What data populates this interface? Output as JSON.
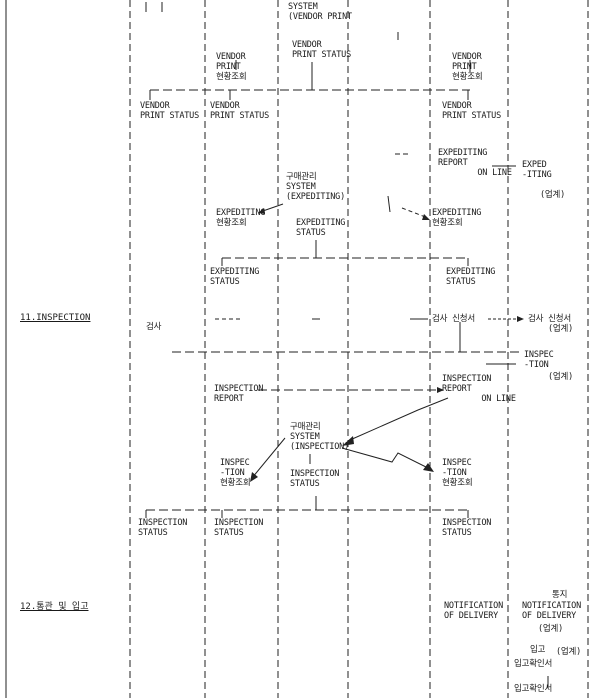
{
  "sections": {
    "inspection": "11.INSPECTION",
    "delivery": "12.통관 및 입고"
  },
  "labels": {
    "sys_vendor_print": "SYSTEM\n(VENDOR PRINT",
    "vendor_print_status_top": "VENDOR\nPRINT STATUS",
    "vendor_print_inq_a": "VENDOR\nPRINT\n현황조회",
    "vendor_print_inq_b": "VENDOR\nPRINT\n현황조회",
    "vp_status_1": "VENDOR\nPRINT STATUS",
    "vp_status_2": "VENDOR\nPRINT STATUS",
    "vp_status_3": "VENDOR\nPRINT STATUS",
    "exp_report_online": "EXPEDITING\nREPORT\n        ON LINE",
    "expediting_vendor": "EXPED\n-ITING",
    "vendor_tag_1": "(업계)",
    "sys_expediting": "구매관리\nSYSTEM\n(EXPEDITING)",
    "exp_inq_a": "EXPEDITING\n현황조회",
    "exp_status_mid": "EXPEDITING\nSTATUS",
    "exp_inq_b": "EXPEDITING\n현황조회",
    "exp_status_1": "EXPEDITING\nSTATUS",
    "exp_status_2": "EXPEDITING\nSTATUS",
    "inspect_left": "검사",
    "inspect_req_a": "검사 신청서",
    "inspect_req_b": "검사 신청서",
    "vendor_tag_2": "(업계)",
    "inspec_vendor": "INSPEC\n-TION",
    "vendor_tag_3": "(업계)",
    "insp_report_a": "INSPECTION\nREPORT",
    "insp_report_online": "INSPECTION\nREPORT\n        ON LINE",
    "sys_inspection": "구매관리\nSYSTEM\n(INSPECTION)",
    "insp_inq_a": "INSPEC\n-TION\n현황조회",
    "insp_status_mid": "INSPECTION\nSTATUS",
    "insp_inq_b": "INSPEC\n-TION\n현황조회",
    "insp_status_1": "INSPECTION\nSTATUS",
    "insp_status_2": "INSPECTION\nSTATUS",
    "insp_status_3": "INSPECTION\nSTATUS",
    "notif_delivery_a": "NOTIFICATION\nOF DELIVERY",
    "notif_delivery_b": "NOTIFICATION\nOF DELIVERY",
    "notify_tag": "통지",
    "vendor_tag_4": "(업계)",
    "receipt_label": "입고",
    "receipt_confirm_label": "입고확인서",
    "receipt_doc_label": "입고확인서",
    "vendor_tag_5": "(업계)"
  }
}
